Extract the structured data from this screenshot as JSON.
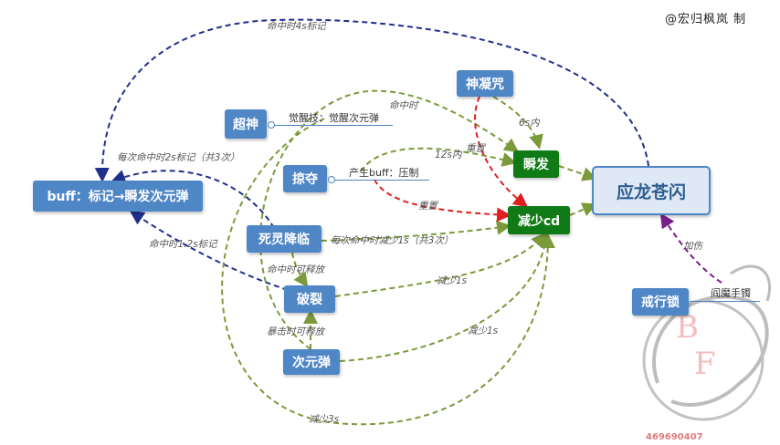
{
  "signature": "@宏归枫岚 制",
  "watermark": {
    "number": "469690407"
  },
  "nodes": {
    "buff": "buff：标记→瞬发次元弹",
    "chaoshen": "超神",
    "lueduo": "掠夺",
    "siling": "死灵降临",
    "polie": "破裂",
    "ciyuan": "次元弹",
    "shenning": "神凝咒",
    "shunfa": "瞬发",
    "jianshao": "减少cd",
    "yinglong": "应龙苍闪",
    "jiexing": "戒行锁"
  },
  "subs": {
    "chaoshen": "觉醒技：觉醒次元弹",
    "lueduo": "产生buff：压制",
    "jiexing": "阎魔手镯"
  },
  "labels": {
    "top": "命中时4s标记",
    "hit": "命中时",
    "s6": "6s内",
    "s12": "12s内",
    "reset1": "重置",
    "reset2": "重置",
    "every2s": "每次命中时2s标记（共3次）",
    "every1s": "每次命中时减少1s（共3次）",
    "mark12": "命中时1.2s标记",
    "release1": "命中时可释放",
    "release2": "暴击时可释放",
    "minus1a": "减少1s",
    "minus1b": "减少1s",
    "minus3": "减少3s",
    "jiashang": "加伤"
  },
  "colors": {
    "blue_node": "#4f86c6",
    "green_node": "#0f7a16",
    "navy_arrow": "#1f2f8a",
    "olive_arrow": "#7b9a3a",
    "red_arrow": "#e02020",
    "purple_arrow": "#7a1f8a"
  }
}
